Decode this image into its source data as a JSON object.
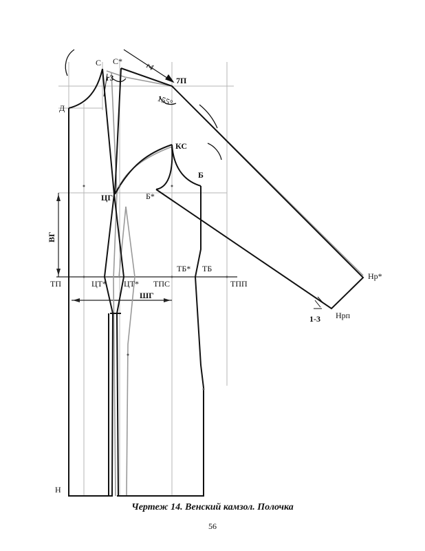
{
  "points": {
    "c": "С",
    "c_star": "С*",
    "r4": "r4",
    "p7": "7П",
    "r3": "r3",
    "angle": "155°",
    "d": "Д",
    "ks": "КС",
    "b": "Б",
    "b_star": "Б*",
    "cg": "ЦГ",
    "vg": "ВГ",
    "tb_star": "ТБ*",
    "tb": "ТБ",
    "tp": "ТП",
    "ct_star_left": "ЦТ*",
    "ct_star_right": "ЦТ*",
    "tps": "ТПС",
    "tpp": "ТПП",
    "shg": "ШГ",
    "hr_star": "Нр*",
    "hrp": "Нрп",
    "gap": "1-3",
    "n": "Н"
  },
  "caption": "Чертеж 14. Венский камзол. Полочка",
  "page_number": "56",
  "colors": {
    "main_line": "#111111",
    "aux_line": "#999999",
    "thin_line": "#b5b5b5"
  }
}
